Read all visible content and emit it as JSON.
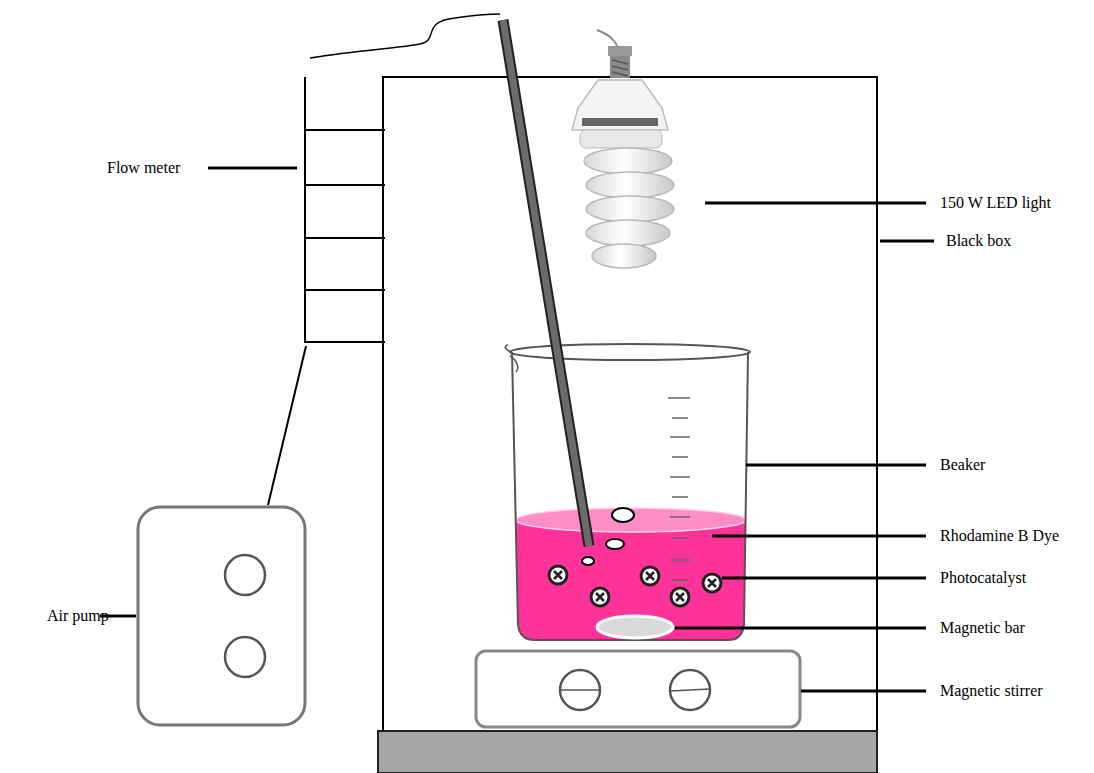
{
  "diagram": {
    "labels": [
      "Flow meter",
      "150 W LED light",
      "Black box",
      "Beaker",
      "Rhodamine B Dye",
      "Photocatalyst",
      "Magnetic bar",
      "Magnetic stirrer",
      "Air pump"
    ]
  }
}
